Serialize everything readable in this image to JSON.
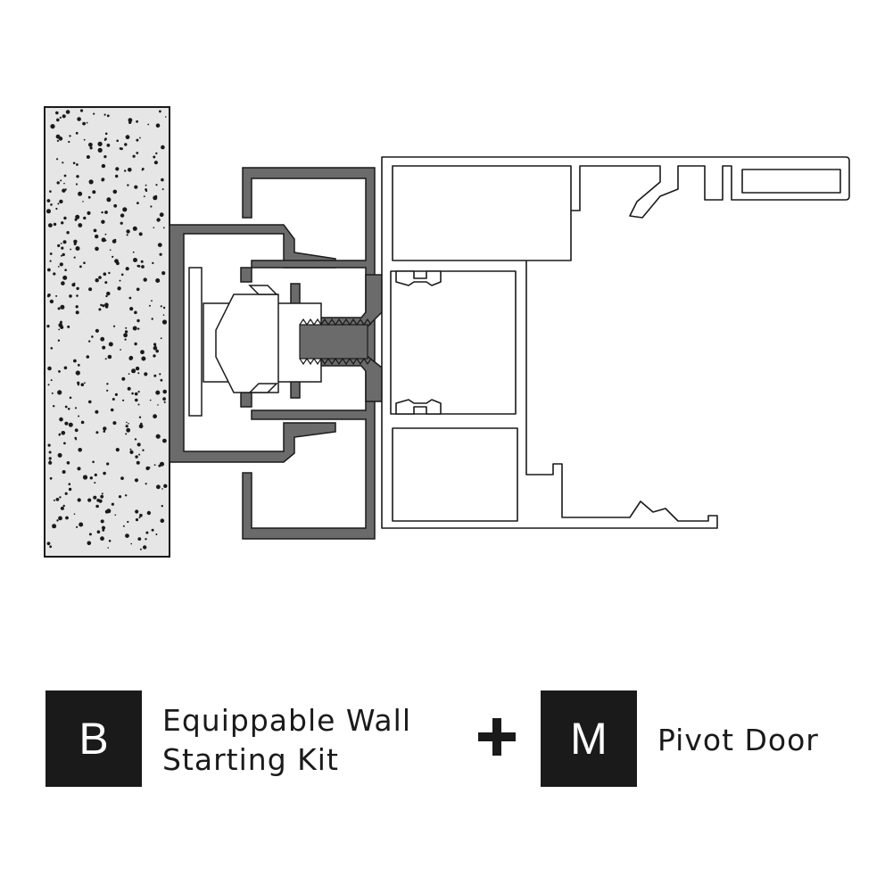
{
  "components": [
    {
      "code": "B",
      "name_line1": "Equippable Wall",
      "name_line2": "Starting Kit"
    },
    {
      "code": "M",
      "name": "Pivot Door"
    }
  ],
  "operator": "+",
  "colors": {
    "wall_fill": "#e6e6e6",
    "wall_dots": "#1a1a1a",
    "starter_profile": "#6b6b6b",
    "door_profile_stroke": "#1a1a1a",
    "badge_background": "#1a1a1a",
    "badge_text": "#ffffff"
  },
  "icons": [
    "plus-icon"
  ]
}
